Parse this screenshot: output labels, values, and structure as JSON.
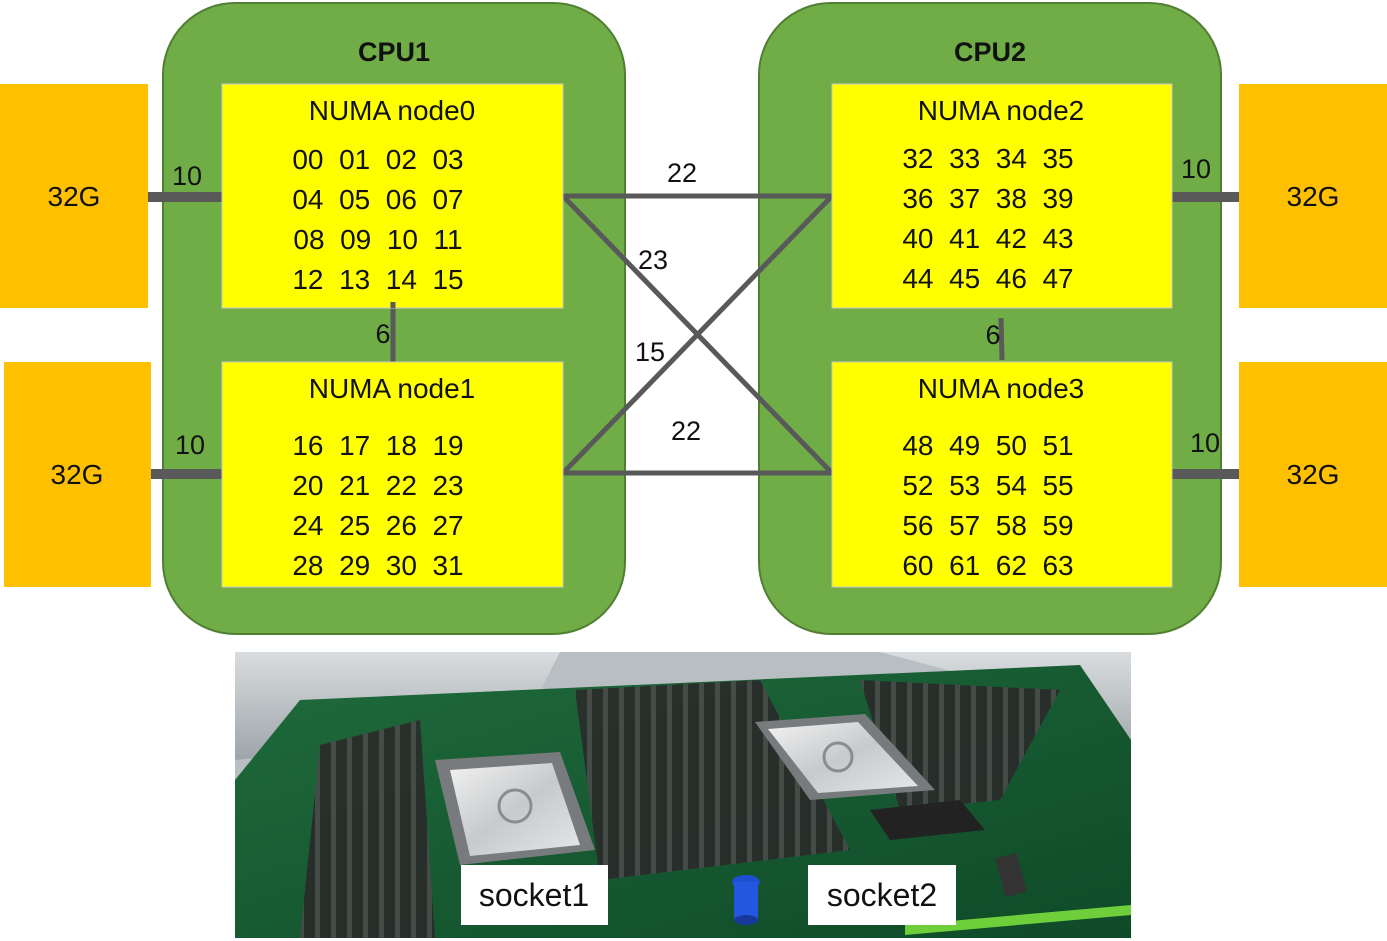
{
  "cpus": [
    {
      "title": "CPU1",
      "nodes": [
        {
          "title": "NUMA node0",
          "core_rows": [
            "00  01  02  03",
            "04  05  06  07",
            "08  09  10  11",
            "12  13  14  15"
          ]
        },
        {
          "title": "NUMA node1",
          "core_rows": [
            "16  17  18  19",
            "20  21  22  23",
            "24  25  26  27",
            "28  29  30  31"
          ]
        }
      ]
    },
    {
      "title": "CPU2",
      "nodes": [
        {
          "title": "NUMA node2",
          "core_rows": [
            "32  33  34  35",
            "36  37  38  39",
            "40  41  42  43",
            "44  45  46  47"
          ]
        },
        {
          "title": "NUMA node3",
          "core_rows": [
            "48  49  50  51",
            "52  53  54  55",
            "56  57  58  59",
            "60  61  62  63"
          ]
        }
      ]
    }
  ],
  "memory": [
    {
      "label": "32G",
      "distance": "10"
    },
    {
      "label": "32G",
      "distance": "10"
    },
    {
      "label": "32G",
      "distance": "10"
    },
    {
      "label": "32G",
      "distance": "10"
    }
  ],
  "distances": {
    "node0_node1": "6",
    "node2_node3": "6",
    "node0_node2": "22",
    "node1_node3": "22",
    "node0_node3": "23",
    "node1_node2": "15"
  },
  "board": {
    "socket1_label": "socket1",
    "socket2_label": "socket2"
  },
  "colors": {
    "cpu_fill": "#70ad47",
    "cpu_stroke": "#507e32",
    "node_fill": "#ffff00",
    "memory_fill": "#ffc000",
    "link": "#595959"
  }
}
